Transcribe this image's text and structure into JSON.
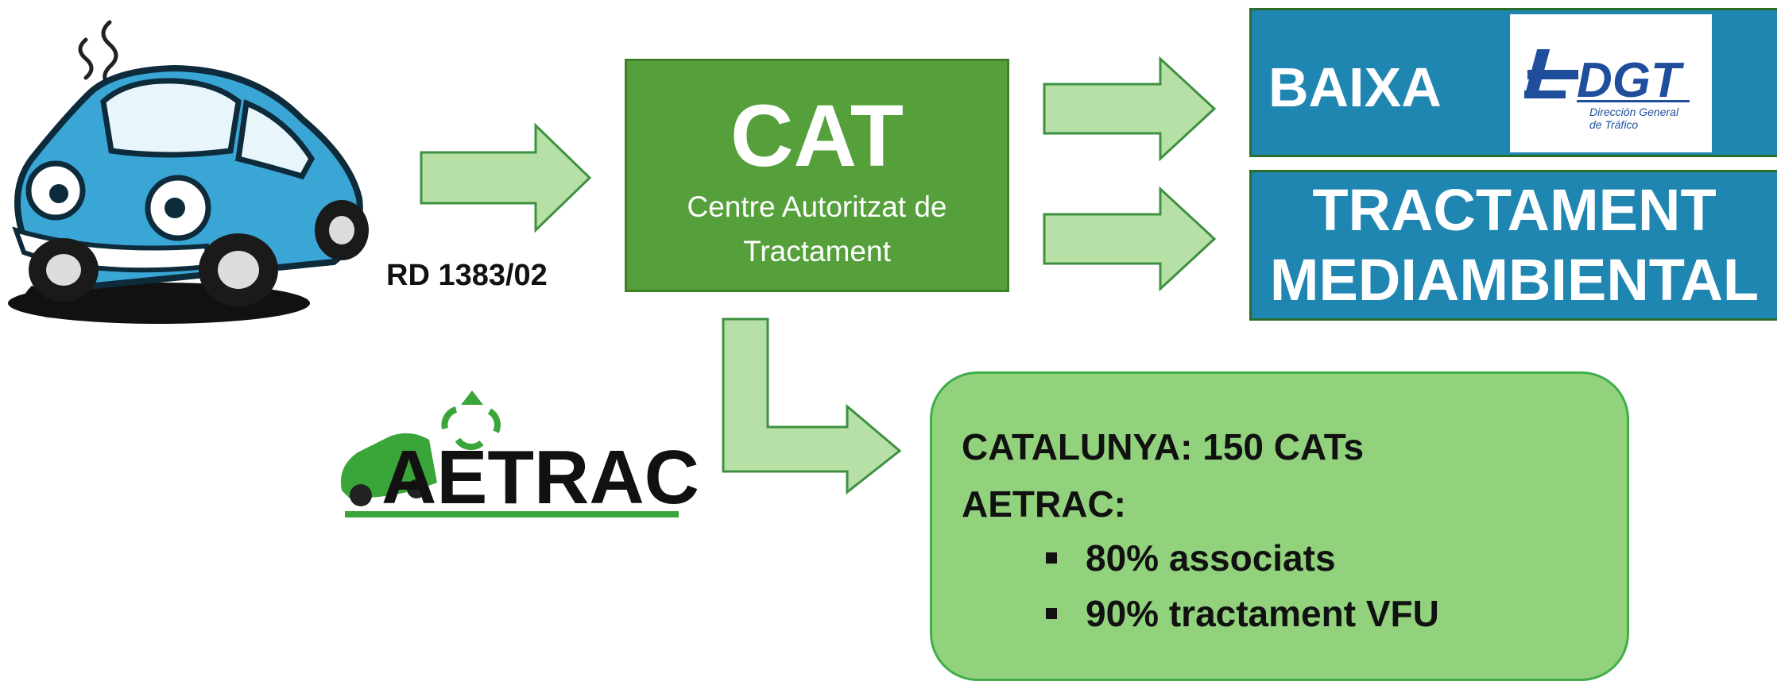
{
  "law_reference": "RD 1383/02",
  "cat": {
    "title": "CAT",
    "subtitle_line1": "Centre Autoritzat de",
    "subtitle_line2": "Tractament"
  },
  "outputs": {
    "baixa": "BAIXA",
    "dgt_logo": {
      "brand": "DGT",
      "caption_line1": "Dirección General",
      "caption_line2": "de Tráfico"
    },
    "tractament_line1": "TRACTAMENT",
    "tractament_line2": "MEDIAMBIENTAL"
  },
  "aetrac_logo": {
    "text": "AETRAC"
  },
  "info": {
    "line1": "CATALUNYA: 150 CATs",
    "line2": "AETRAC:",
    "bullets": [
      "80% associats",
      "90% tractament VFU"
    ]
  },
  "colors": {
    "cat_green": "#55a03a",
    "arrow_green": "#b7e0a6",
    "output_blue": "#1f86b2",
    "info_green": "#92d27c",
    "car_blue": "#3aa6d6"
  },
  "icons": [
    "broken-car-illustration",
    "dgt-logo",
    "aetrac-logo",
    "arrow-right",
    "arrow-elbow"
  ]
}
